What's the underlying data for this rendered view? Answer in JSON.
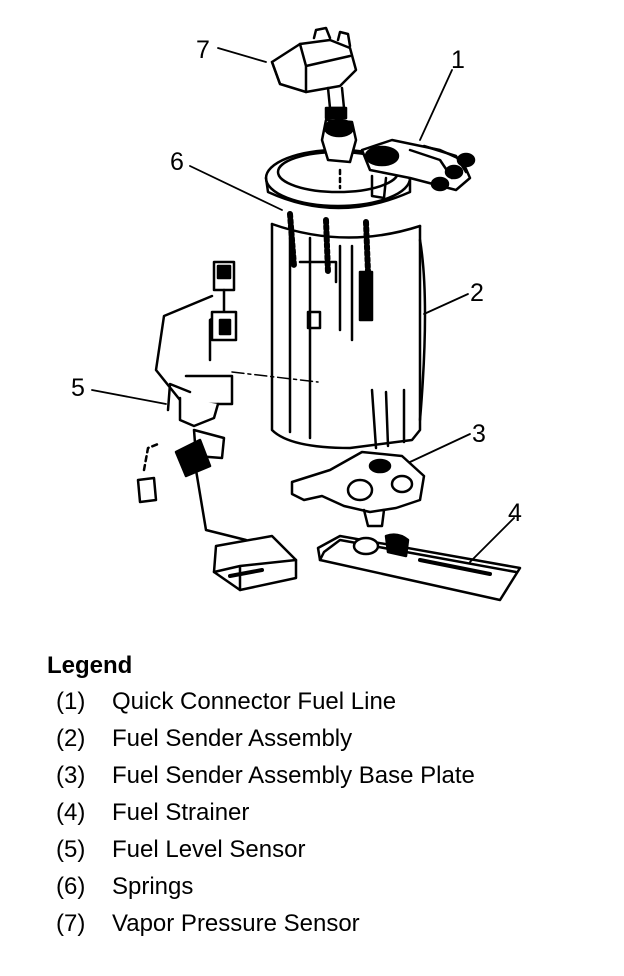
{
  "callouts": [
    "1",
    "2",
    "3",
    "4",
    "5",
    "6",
    "7"
  ],
  "legend": {
    "title": "Legend",
    "items": [
      {
        "num": "(1)",
        "text": "Quick Connector Fuel Line"
      },
      {
        "num": "(2)",
        "text": "Fuel Sender Assembly"
      },
      {
        "num": "(3)",
        "text": "Fuel Sender Assembly Base Plate"
      },
      {
        "num": "(4)",
        "text": "Fuel Strainer"
      },
      {
        "num": "(5)",
        "text": "Fuel Level Sensor"
      },
      {
        "num": "(6)",
        "text": "Springs"
      },
      {
        "num": "(7)",
        "text": "Vapor Pressure Sensor"
      }
    ]
  }
}
